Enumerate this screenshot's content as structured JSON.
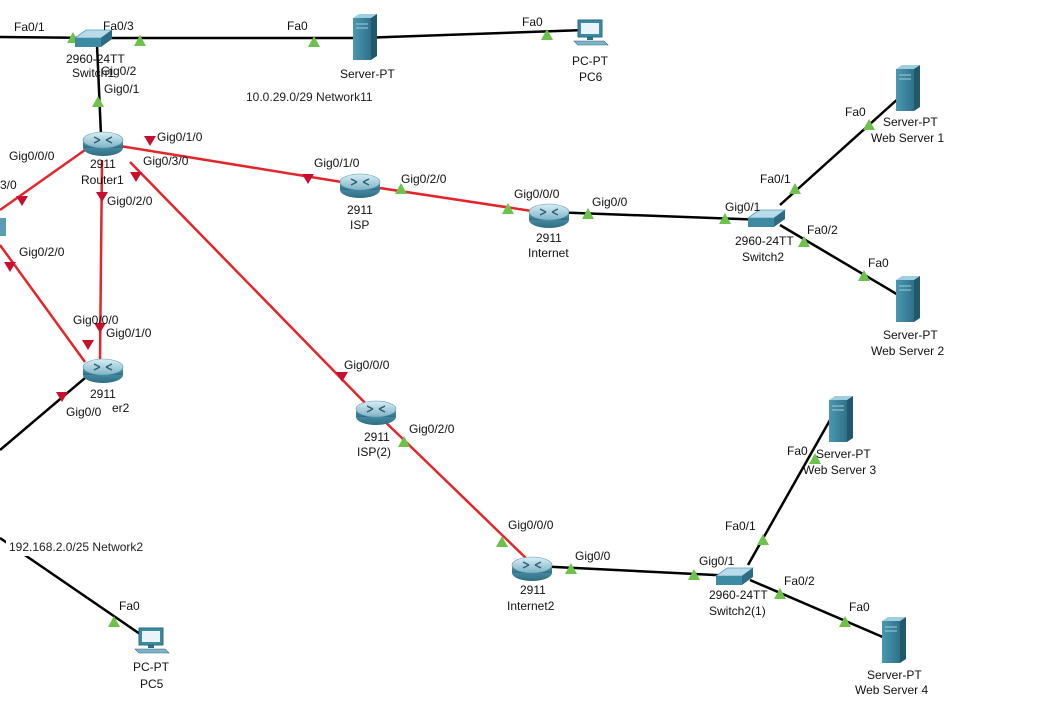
{
  "colors": {
    "copper_link": "#000000",
    "wan_link": "#e3262b",
    "port_up": "#6cc24a",
    "port_down": "#c8102e",
    "device_teal": "#3d8aa3"
  },
  "devices": {
    "switch1": {
      "model": "2960-24TT",
      "name": "Switch1"
    },
    "server_top": {
      "model": "Server-PT",
      "name": ""
    },
    "pc6": {
      "model": "PC-PT",
      "name": "PC6"
    },
    "router1": {
      "model": "2911",
      "name": "Router1"
    },
    "isp": {
      "model": "2911",
      "name": "ISP"
    },
    "internet": {
      "model": "2911",
      "name": "Internet"
    },
    "switch2": {
      "model": "2960-24TT",
      "name": "Switch2"
    },
    "web1": {
      "model": "Server-PT",
      "name": "Web Server 1"
    },
    "web2": {
      "model": "Server-PT",
      "name": "Web Server 2"
    },
    "router2": {
      "model": "2911",
      "name": "Router2"
    },
    "isp2": {
      "model": "2911",
      "name": "ISP(2)"
    },
    "internet2": {
      "model": "2911",
      "name": "Internet2"
    },
    "switch2_1": {
      "model": "2960-24TT",
      "name": "Switch2(1)"
    },
    "web3": {
      "model": "Server-PT",
      "name": "Web Server 3"
    },
    "web4": {
      "model": "Server-PT",
      "name": "Web Server 4"
    },
    "pc5": {
      "model": "PC-PT",
      "name": "PC5"
    }
  },
  "ports": {
    "sw1_fa01": "Fa0/1",
    "sw1_fa03": "Fa0/3",
    "srv_fa0": "Fa0",
    "pc6_fa0": "Fa0",
    "sw1_gig02": "Gig0/2",
    "r1_gig01": "Gig0/1",
    "r1_gig000": "Gig0/0/0",
    "r1_gig010": "Gig0/1/0",
    "r1_gig030": "Gig0/3/0",
    "r1_gig020": "Gig0/2/0",
    "left_30": "3/0",
    "left_gig020": "Gig0/2/0",
    "isp_gig010": "Gig0/1/0",
    "isp_gig020": "Gig0/2/0",
    "inet_gig000": "Gig0/0/0",
    "inet_gig00": "Gig0/0",
    "sw2_gig01": "Gig0/1",
    "sw2_fa01": "Fa0/1",
    "sw2_fa02": "Fa0/2",
    "web1_fa0": "Fa0",
    "web2_fa0": "Fa0",
    "r2_gig000": "Gig0/0/0",
    "r2_gig010": "Gig0/1/0",
    "r2_gig00": "Gig0/0",
    "isp2_gig000": "Gig0/0/0",
    "isp2_gig020": "Gig0/2/0",
    "inet2_gig000": "Gig0/0/0",
    "inet2_gig00": "Gig0/0",
    "sw21_gig01": "Gig0/1",
    "sw21_fa01": "Fa0/1",
    "sw21_fa02": "Fa0/2",
    "web3_fa0": "Fa0",
    "web4_fa0": "Fa0",
    "pc5_fa0": "Fa0"
  },
  "networks": {
    "net11": "10.0.29.0/29 Network11",
    "net2": "192.168.2.0/25 Network2"
  }
}
